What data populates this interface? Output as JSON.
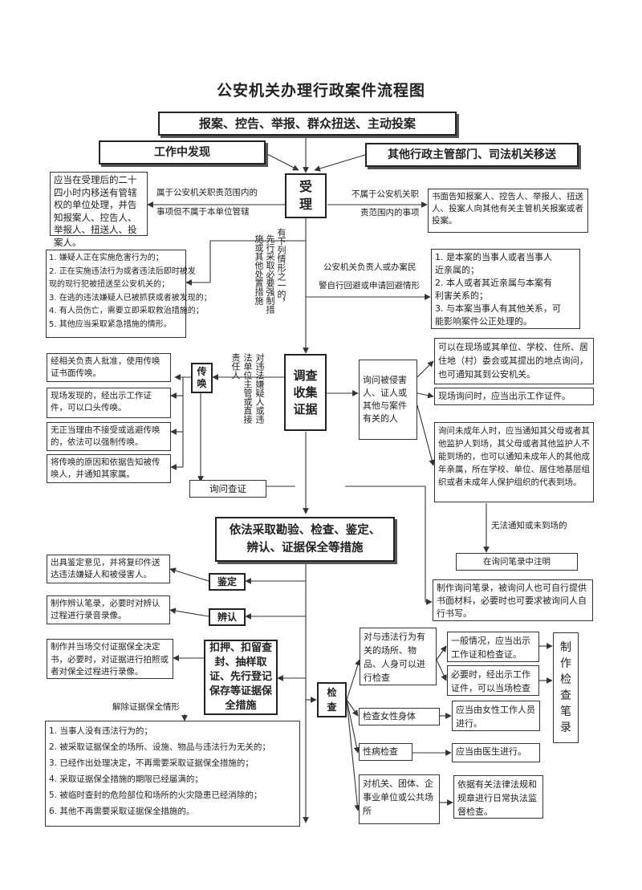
{
  "title": "公安机关办理行政案件流程图",
  "sources": {
    "main": "报案、控告、举报、群众扭送、主动投案",
    "left": "工作中发现",
    "right": "其他行政主管部门、司法机关移送"
  },
  "accept": {
    "label": "受理",
    "left_note": "应当在受理后的二十四小时内移送有管辖权的单位处理，并告知报案人、控告人、举报人、扭送人、投案人。",
    "left_edge": [
      "属于公安机关职责范围内的",
      "事项但不属于本单位管辖"
    ],
    "right_edge": [
      "不属于公安机关职",
      "责范围内的事项"
    ],
    "right_note": "书面告知报案人、控告人、举报人、扭送人、投案人向其他有关主管机关报案或者投案。"
  },
  "emergency": {
    "items": [
      "1. 嫌疑人正在实施危害行为的；",
      "2. 正在实施违法行为或者违法后即时被发",
      "现的现行犯被扭送至公安机关的；",
      "3. 在逃的违法嫌疑人已被抓获或者被发现的；",
      "4. 有人员伤亡，需要立即采取救治措施的；",
      "5. 其他应当采取紧急措施的情形。"
    ],
    "vertical_a": "有下列情形之一的，",
    "vertical_b": "先行采取必要强制措",
    "vertical_c": "施或其他处置措施"
  },
  "avoid": {
    "edge": [
      "公安机关负责人或办案民",
      "警自行回避或申请回避情形"
    ],
    "items": [
      "1. 是本案的当事人或者当事人",
      "近亲属的；",
      "2. 本人或者其近亲属与本案有",
      "利害关系的；",
      "3. 与本案当事人有其他关系，可",
      "能影响案件公正处理的。"
    ]
  },
  "summon": {
    "label": "传唤",
    "notes": [
      "经相关负责人批准，使用传唤证书面传唤。",
      "现场发现的，经出示工作证件，可以口头传唤。",
      "无正当理由不接受或逃避传唤的，依法可以强制传唤。",
      "将传唤的原因和依据告知被传唤人，并通知其家属。"
    ],
    "vertical": "对违法嫌疑人或违法单位主管或直接责任人"
  },
  "investigate": {
    "label": "调查收集证据",
    "ask_victim": "询问被侵害人、证人或其他与案件有关的人",
    "ask_notes": [
      "可以在现场或其单位、学校、住所、居住地（村）委会或其提出的地点询问，也可通知其到公安机关。",
      "现场询问时，应当出示工作证件。",
      "询问未成年人时，应当通知其父母或者其他监护人到场，其父母或者其他监护人不能到场的，也可以通知未成年人的其他成年亲属，所在学校、单位、居住地基层组织或者未成年人保护组织的代表到场。"
    ],
    "ask_verify": "询问查证",
    "absent": "无法通知或未到场的",
    "record_note": "在询问笔录中注明",
    "self_write": "制作询问笔录，被询问人也可自行提供书面材料，必要时也可要求被询问人自行书写。"
  },
  "measures": {
    "label": "依法采取勘验、检查、鉴定、辨认、证据保全等措施",
    "appraisal": "鉴定",
    "appraisal_note": "出具鉴定意见，并将复印件送达违法嫌疑人和被侵害人。",
    "identify": "辨认",
    "identify_note": "制作辨认笔录，必要时对辨认过程进行录音录像。",
    "preserve": "扣押、扣留查封、抽样取证、先行登记保存等证据保全措施",
    "preserve_note": "制作并当场交付证据保全决定书，必要时，对证据进行拍照或者对保全过程进行录像。",
    "release_label": "解除证据保全情形",
    "release_items": [
      "1. 当事人没有违法行为的；",
      "2. 被采取证据保全的场所、设施、物品与违法行为无关的；",
      "3. 已经作出处理决定，不再需要采取证据保全措施的；",
      "4. 采取证据保全措施的期限已经届满的；",
      "5. 被临时查封的危险部位和场所的火灾隐患已经消除的；",
      "6. 其他不再需要采取证据保全措施的。"
    ]
  },
  "inspect": {
    "label": "检查",
    "place": "对与违法行为有关的场所、物品、人身可以进行检查",
    "general": "一般情况，应当出示工作证和检查证。",
    "necessary": "必要时，经出示工作证件，可以当场检查",
    "record": "制作检查笔录",
    "female": "检查女性身体",
    "female_note": "应当由女性工作人员进行。",
    "disease": "性病检查",
    "disease_note": "应当由医生进行。",
    "org": "对机关、团体、企事业单位或公共场所",
    "org_note": "依据有关法律法规和规章进行日常执法监督检查。"
  }
}
